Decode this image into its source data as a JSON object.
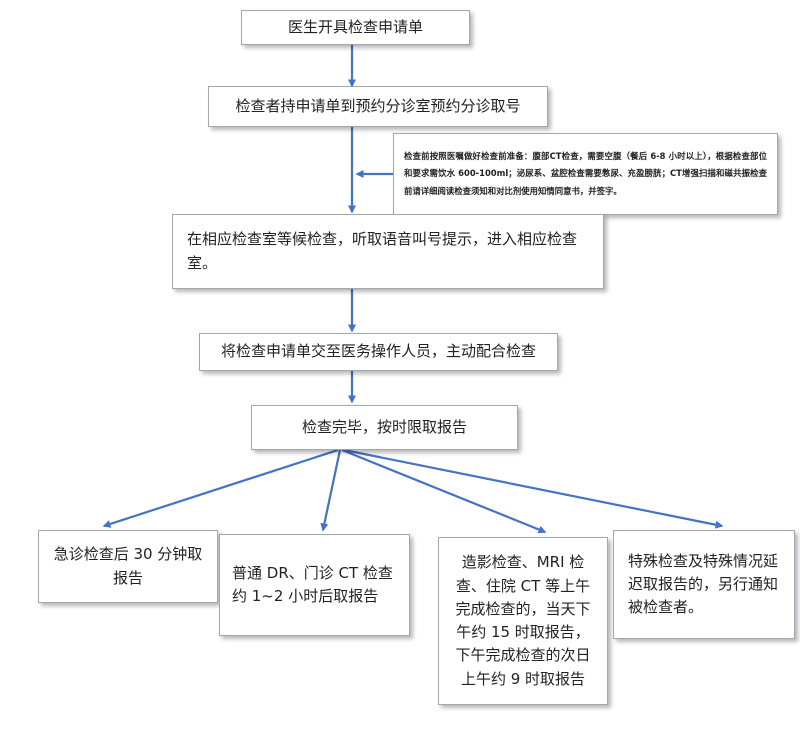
{
  "flowchart": {
    "steps": {
      "s1": "医生开具检查申请单",
      "s2": "检查者持申请单到预约分诊室预约分诊取号",
      "note": "检查前按照医嘱做好检查前准备：腹部CT检查，需要空腹（餐后 6-8 小时以上），根据检查部位和要求需饮水 600-100ml；泌尿系、盆腔检查需要憋尿、充盈膀胱；CT增强扫描和磁共振检查前请详细阅读检查须知和对比剂使用知情同意书，并签字。",
      "s3": "在相应检查室等候检查，听取语音叫号提示，进入相应检查室。",
      "s4": "将检查申请单交至医务操作人员，主动配合检查",
      "s5": "检查完毕，按时限取报告"
    },
    "outcomes": {
      "o1": "急诊检查后 30 分钟取报告",
      "o2": "普通 DR、门诊 CT 检查约 1~2 小时后取报告",
      "o3": "造影检查、MRI 检查、住院 CT 等上午完成检查的，当天下午约 15 时取报告，下午完成检查的次日上午约 9 时取报告",
      "o4": "特殊检查及特殊情况延迟取报告的，另行通知被检查者。"
    },
    "colors": {
      "arrow": "#4472c4",
      "box_border": "#9fa7b0"
    }
  }
}
